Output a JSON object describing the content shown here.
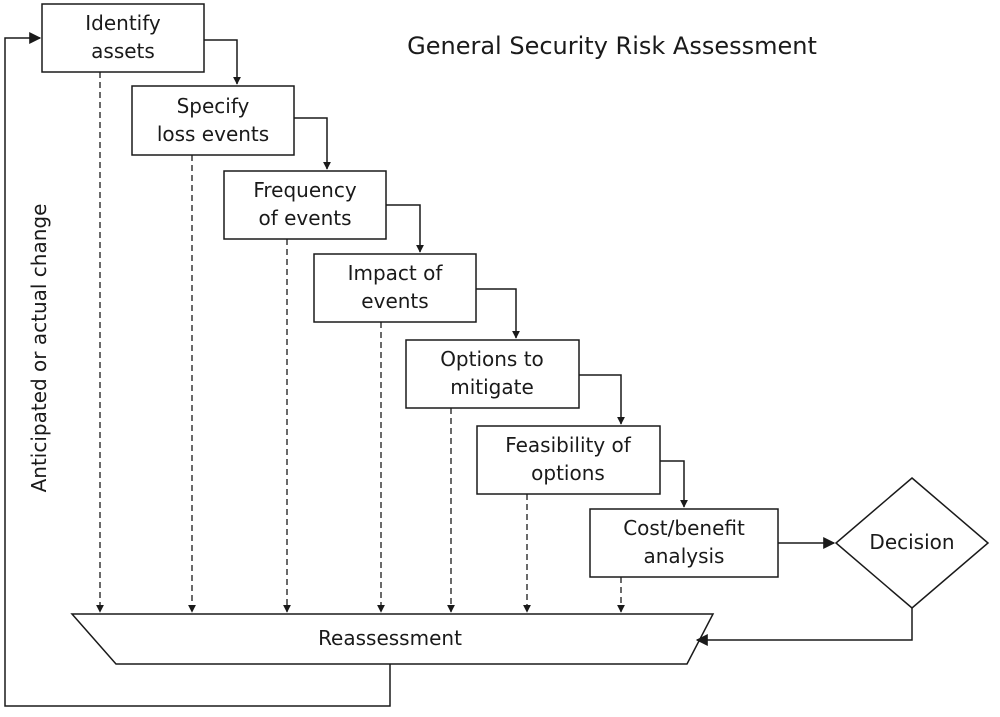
{
  "title": "General Security Risk Assessment",
  "steps": [
    {
      "line1": "Identify",
      "line2": "assets"
    },
    {
      "line1": "Specify",
      "line2": "loss events"
    },
    {
      "line1": "Frequency",
      "line2": "of events"
    },
    {
      "line1": "Impact of",
      "line2": "events"
    },
    {
      "line1": "Options to",
      "line2": "mitigate"
    },
    {
      "line1": "Feasibility of",
      "line2": "options"
    },
    {
      "line1": "Cost/benefit",
      "line2": "analysis"
    }
  ],
  "decision": "Decision",
  "reassessment": "Reassessment",
  "feedback_label": "Anticipated or actual change"
}
